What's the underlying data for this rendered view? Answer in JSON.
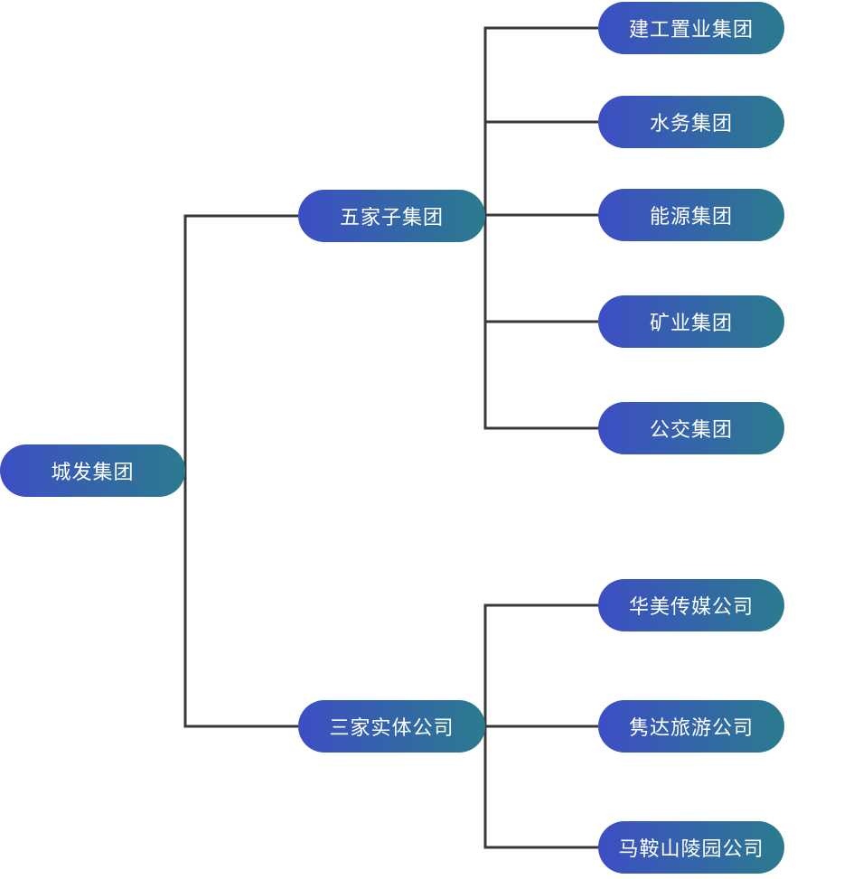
{
  "chart_data": {
    "type": "tree",
    "title": "",
    "root": "城发集团",
    "branches": [
      {
        "label": "五家子集团",
        "children": [
          "建工置业集团",
          "水务集团",
          "能源集团",
          "矿业集团",
          "公交集团"
        ]
      },
      {
        "label": "三家实体公司",
        "children": [
          "华美传媒公司",
          "隽达旅游公司",
          "马鞍山陵园公司"
        ]
      }
    ]
  },
  "colors": {
    "node_gradient_start": "#3d4ec4",
    "node_gradient_end": "#2b7b8e",
    "connector": "#383838",
    "node_text": "#ffffff"
  }
}
